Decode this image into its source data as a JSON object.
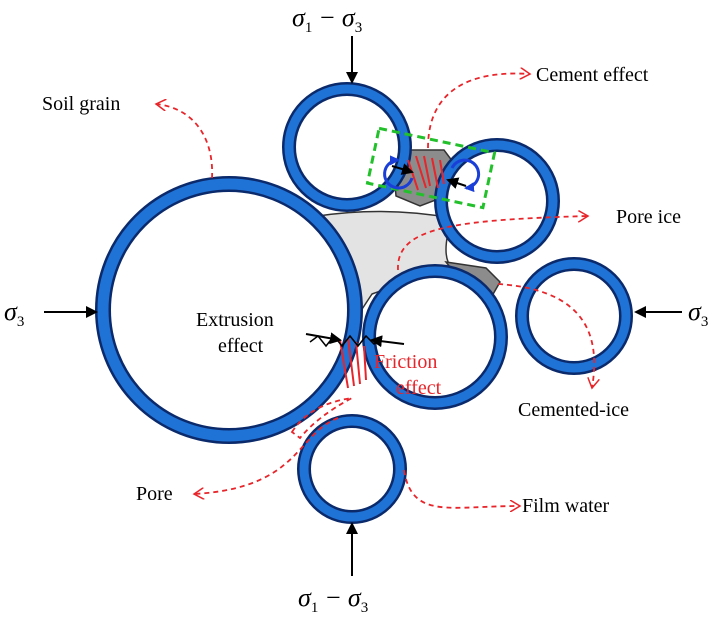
{
  "labels": {
    "sigma": "σ",
    "sub1": "1",
    "sub3": "3",
    "minus": "−",
    "cement_effect": "Cement effect",
    "soil_grain": "Soil grain",
    "pore_ice": "Pore ice",
    "extrusion_1": "Extrusion",
    "extrusion_2": "effect",
    "friction_1": "Friction",
    "friction_2": "effect",
    "cemented_ice": "Cemented-ice",
    "pore": "Pore",
    "film_water": "Film water"
  },
  "colors": {
    "grain_ring": "#1f72d6",
    "grain_ring_outline": "#0b2a6b",
    "pore_ice": "#e3e3e3",
    "cemented_ice": "#8c8c8c",
    "annotation_red": "#e8252a",
    "highlight_green": "#22c02a",
    "rotation_arrow": "#1a3fd8",
    "text": "#000000"
  }
}
